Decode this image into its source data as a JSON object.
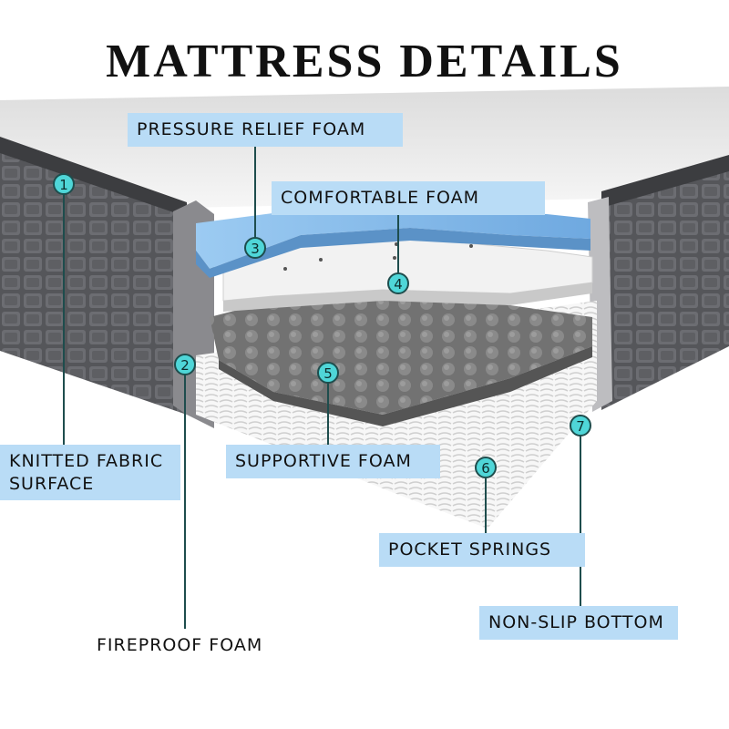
{
  "title": "MATTRESS DETAILS",
  "layers": [
    {
      "num": "1",
      "name": "KNITTED FABRIC SURFACE"
    },
    {
      "num": "2",
      "name": "FIREPROOF FOAM"
    },
    {
      "num": "3",
      "name": "PRESSURE RELIEF FOAM"
    },
    {
      "num": "4",
      "name": "COMFORTABLE FOAM"
    },
    {
      "num": "5",
      "name": "SUPPORTIVE FOAM"
    },
    {
      "num": "6",
      "name": "POCKET SPRINGS"
    },
    {
      "num": "7",
      "name": "NON-SLIP BOTTOM"
    }
  ],
  "colors": {
    "label_bg": "#b9dcf6",
    "marker_fill": "#4fd6d8",
    "leader_line": "#1e4d4d",
    "side_panel": "#5a5a5e",
    "pressure_foam": "#8fc0ec",
    "comfort_foam": "#f2f2f2",
    "support_foam": "#6f6f6f",
    "springs": "#f7f7f7"
  }
}
